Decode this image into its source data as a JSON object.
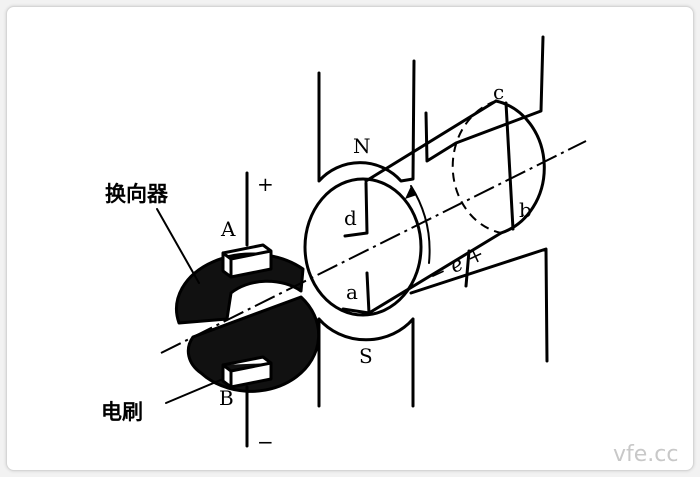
{
  "labels": {
    "commutator": "换向器",
    "brush": "电刷",
    "north": "N",
    "south": "S",
    "plus_top": "+",
    "minus_bottom": "−",
    "brush_a": "A",
    "brush_b": "B",
    "coil_a": "a",
    "coil_b": "b",
    "coil_c": "c",
    "coil_d": "d",
    "emf": "− e +"
  },
  "watermark": "vfe.cc"
}
